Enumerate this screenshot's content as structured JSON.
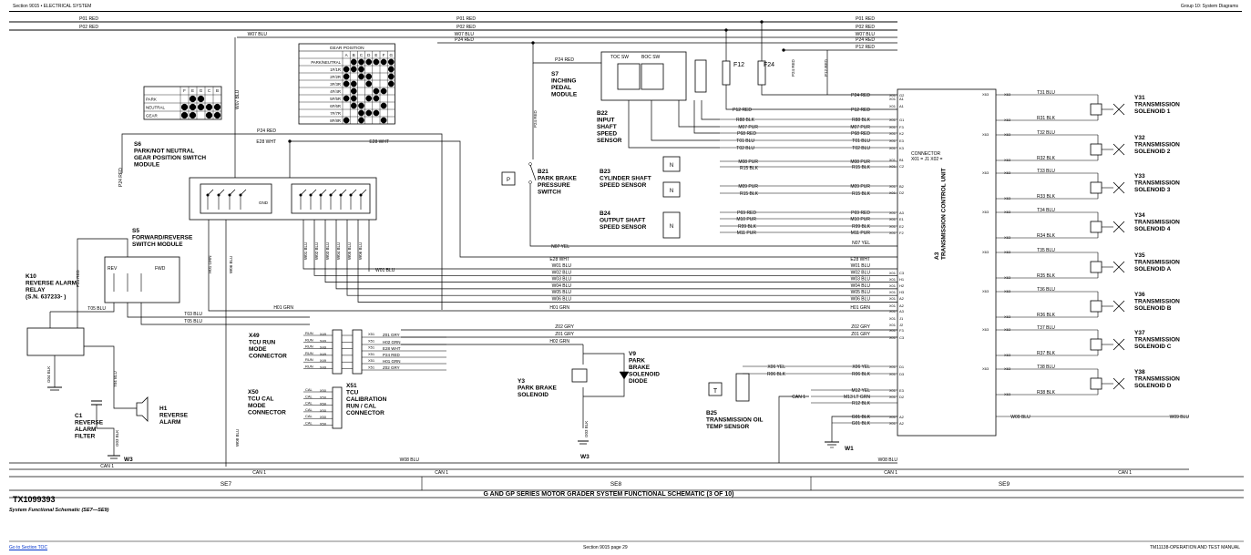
{
  "header": {
    "left": "Section 9015 • ELECTRICAL SYSTEM",
    "right": "Group 10: System Diagrams"
  },
  "wires": {
    "p01": "P01 RED",
    "p02": "P02 RED",
    "w07": "W07 BLU",
    "p24": "P24 RED",
    "p12": "P12 RED",
    "e28": "E28 WHT",
    "n07": "N07 YEL",
    "t05": "T05 BLU",
    "h01": "H01 GRN",
    "t03": "T03 BLU",
    "z01": "Z01 GRY",
    "h02": "H02 GRN",
    "z02": "Z02 GRY",
    "w08": "W08 BLU",
    "can1": "CAN 1",
    "w01": "W01 BLU",
    "w02": "W02 BLU",
    "w03": "W03 BLU",
    "w04": "W04 BLU",
    "w05": "W05 BLU",
    "w06": "W06 BLU",
    "x06": "X06 YEL",
    "r06": "R06 BLK",
    "m12": "M12 YEL",
    "m13": "M13 LT GRN",
    "r12": "R12 BLK",
    "g01": "G01 BLK",
    "w09": "W09 BLU"
  },
  "sensor_wires": [
    "R88 BLK",
    "M07 PUR",
    "P68 RED",
    "T01 BLU",
    "T02 BLU",
    "M08 PUR",
    "R15 BLK",
    "M09 PUR",
    "R15 BLK",
    "P69 RED",
    "M10 PUR",
    "R99 BLK",
    "M11 PUR"
  ],
  "gear_table": {
    "title": "GEAR POSITION",
    "cols": [
      "A",
      "B",
      "C",
      "D",
      "E",
      "F",
      "G"
    ],
    "rows": [
      "PARK/NEUTRAL",
      "1F/1R",
      "2F/2R",
      "3F/3R",
      "4F/4R",
      "5F/5R",
      "6F/6R",
      "7F/7R",
      "8F/8R"
    ],
    "dots": [
      [
        0,
        1,
        1,
        1,
        1,
        1,
        1
      ],
      [
        1,
        1,
        1,
        0,
        0,
        0,
        1
      ],
      [
        1,
        0,
        1,
        1,
        0,
        0,
        1
      ],
      [
        1,
        1,
        0,
        1,
        0,
        0,
        1
      ],
      [
        0,
        1,
        0,
        0,
        1,
        1,
        0
      ],
      [
        1,
        1,
        0,
        1,
        1,
        0,
        0
      ],
      [
        0,
        1,
        1,
        0,
        0,
        1,
        0
      ],
      [
        0,
        0,
        1,
        1,
        1,
        0,
        0
      ],
      [
        1,
        0,
        1,
        0,
        0,
        1,
        0
      ]
    ]
  },
  "park_table": {
    "cols": [
      "F",
      "E",
      "G",
      "C",
      "B"
    ],
    "rows": [
      "PARK",
      "NEUTRAL",
      "GEAR"
    ],
    "dots": [
      [
        0,
        1,
        1,
        0,
        0
      ],
      [
        1,
        1,
        1,
        1,
        1
      ],
      [
        1,
        1,
        0,
        1,
        1
      ]
    ]
  },
  "components": {
    "s6": "S6\nPARK/NOT NEUTRAL\nGEAR POSITION SWITCH\nMODULE",
    "s5": "S5\nFORWARD/REVERSE\nSWITCH MODULE",
    "k10": "K10\nREVERSE ALARM\nRELAY\n(S.N. 637233- )",
    "c1": "C1\nREVERSE\nALARM\nFILTER",
    "h1": "H1\nREVERSE\nALARM",
    "w3": "W3",
    "x49": "X49\nTCU RUN\nMODE\nCONNECTOR",
    "x50": "X50\nTCU CAL\nMODE\nCONNECTOR",
    "x51": "X51\nTCU\nCALIBRATION\nRUN / CAL\nCONNECTOR",
    "s7": "S7\nINCHING\nPEDAL\nMODULE",
    "b21": "B21\nPARK BRAKE\nPRESSURE\nSWITCH",
    "b22": "B22\nINPUT\nSHAFT\nSPEED\nSENSOR",
    "b23": "B23\nCYLINDER SHAFT\nSPEED SENSOR",
    "b24": "B24\nOUTPUT SHAFT\nSPEED SENSOR",
    "y3": "Y3\nPARK BRAKE\nSOLENOID",
    "v9": "V9\nPARK\nBRAKE\nSOLENOID\nDIODE",
    "b25": "B25\nTRANSMISSION OIL\nTEMP SENSOR",
    "w1": "W1",
    "w3b": "W3",
    "a3": "A3\nTRANSMISSION CONTROL UNIT",
    "connector": "CONNECTOR\nX01 = J1  X02 =",
    "f12": "F12",
    "f24": "F24",
    "toc": "TOC SW",
    "boc": "BOC SW",
    "fwd": "FWD",
    "rev": "REV"
  },
  "solenoids": [
    "Y31\nTRANSMISSION\nSOLENOID 1",
    "Y32\nTRANSMISSION\nSOLENOID 2",
    "Y33\nTRANSMISSION\nSOLENOID 3",
    "Y34\nTRANSMISSION\nSOLENOID 4",
    "Y35\nTRANSMISSION\nSOLENOID A",
    "Y36\nTRANSMISSION\nSOLENOID B",
    "Y37\nTRANSMISSION\nSOLENOID C",
    "Y38\nTRANSMISSION\nSOLENOID D"
  ],
  "solenoid_wires": [
    [
      "T31 BLU",
      "R31 BLK"
    ],
    [
      "T32 BLU",
      "R32 BLK"
    ],
    [
      "T33 BLU",
      "R33 BLK"
    ],
    [
      "T34 BLU",
      "R34 BLK"
    ],
    [
      "T35 BLU",
      "R35 BLK"
    ],
    [
      "T36 BLU",
      "R36 BLK"
    ],
    [
      "T37 BLU",
      "R37 BLK"
    ],
    [
      "T38 BLU",
      "R38 BLK"
    ]
  ],
  "footer": {
    "id": "TX1099393",
    "sections": [
      "SE7",
      "SE8",
      "SE9"
    ],
    "title": "G AND GP SERIES MOTOR GRADER SYSTEM FUNCTIONAL SCHEMATIC (3 OF 10)",
    "caption": "System Functional Schematic (SE7—SE9)",
    "bottom_left": "Go to Section TOC",
    "bottom_center": "Section 9015 page 29",
    "bottom_right": "TM11138-OPERATION AND TEST MANUAL"
  }
}
